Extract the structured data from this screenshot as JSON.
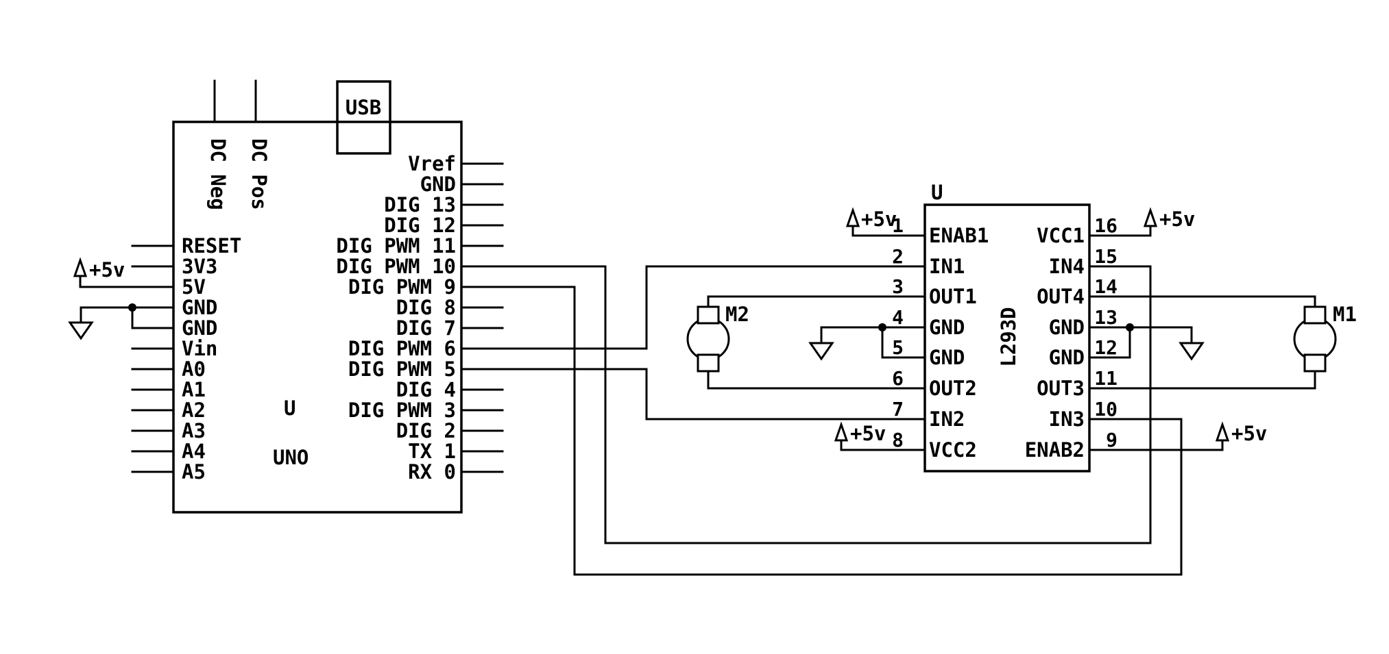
{
  "colors": {
    "line": "#000000",
    "background": "#ffffff"
  },
  "schematic": {
    "arduino": {
      "ref": "U",
      "name": "UNO",
      "usb": "USB",
      "dc_neg": "DC Neg",
      "dc_pos": "DC Pos",
      "left_pins": [
        "RESET",
        "3V3",
        "5V",
        "GND",
        "GND",
        "Vin",
        "A0",
        "A1",
        "A2",
        "A3",
        "A4",
        "A5"
      ],
      "right_pins": [
        "Vref",
        "GND",
        "DIG 13",
        "DIG 12",
        "DIG PWM 11",
        "DIG PWM 10",
        "DIG PWM 9",
        "DIG 8",
        "DIG 7",
        "DIG PWM 6",
        "DIG PWM 5",
        "DIG 4",
        "DIG PWM 3",
        "DIG 2",
        "TX 1",
        "RX 0"
      ]
    },
    "driver": {
      "ref": "U",
      "part": "L293D",
      "left_pins": [
        {
          "num": "1",
          "label": "ENAB1"
        },
        {
          "num": "2",
          "label": "IN1"
        },
        {
          "num": "3",
          "label": "OUT1"
        },
        {
          "num": "4",
          "label": "GND"
        },
        {
          "num": "5",
          "label": "GND"
        },
        {
          "num": "6",
          "label": "OUT2"
        },
        {
          "num": "7",
          "label": "IN2"
        },
        {
          "num": "8",
          "label": "VCC2"
        }
      ],
      "right_pins": [
        {
          "num": "16",
          "label": "VCC1"
        },
        {
          "num": "15",
          "label": "IN4"
        },
        {
          "num": "14",
          "label": "OUT4"
        },
        {
          "num": "13",
          "label": "GND"
        },
        {
          "num": "12",
          "label": "GND"
        },
        {
          "num": "11",
          "label": "OUT3"
        },
        {
          "num": "10",
          "label": "IN3"
        },
        {
          "num": "9",
          "label": "ENAB2"
        }
      ]
    },
    "motors": [
      {
        "label": "M2"
      },
      {
        "label": "M1"
      }
    ],
    "power": {
      "label": "+5v"
    }
  }
}
